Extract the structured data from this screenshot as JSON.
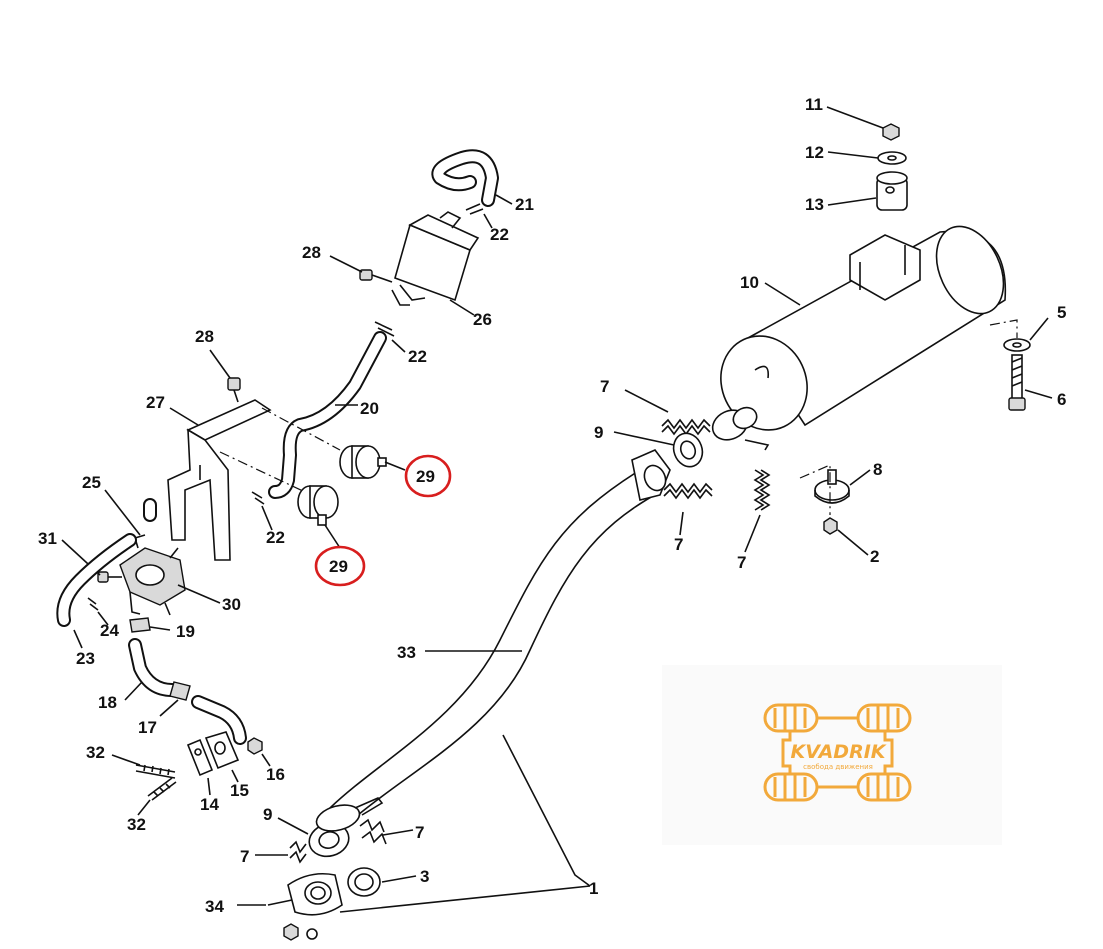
{
  "diagram": {
    "labels": [
      {
        "id": "l11",
        "text": "11"
      },
      {
        "id": "l12",
        "text": "12"
      },
      {
        "id": "l13",
        "text": "13"
      },
      {
        "id": "l10",
        "text": "10"
      },
      {
        "id": "l5",
        "text": "5"
      },
      {
        "id": "l6",
        "text": "6"
      },
      {
        "id": "l8",
        "text": "8"
      },
      {
        "id": "l2",
        "text": "2"
      },
      {
        "id": "l7a",
        "text": "7"
      },
      {
        "id": "l9a",
        "text": "9"
      },
      {
        "id": "l7b",
        "text": "7"
      },
      {
        "id": "l7c",
        "text": "7"
      },
      {
        "id": "l21",
        "text": "21"
      },
      {
        "id": "l22a",
        "text": "22"
      },
      {
        "id": "l28a",
        "text": "28"
      },
      {
        "id": "l26",
        "text": "26"
      },
      {
        "id": "l22b",
        "text": "22"
      },
      {
        "id": "l28b",
        "text": "28"
      },
      {
        "id": "l27",
        "text": "27"
      },
      {
        "id": "l20",
        "text": "20"
      },
      {
        "id": "l29a",
        "text": "29"
      },
      {
        "id": "l22c",
        "text": "22"
      },
      {
        "id": "l29b",
        "text": "29"
      },
      {
        "id": "l25",
        "text": "25"
      },
      {
        "id": "l31",
        "text": "31"
      },
      {
        "id": "l30",
        "text": "30"
      },
      {
        "id": "l24",
        "text": "24"
      },
      {
        "id": "l19",
        "text": "19"
      },
      {
        "id": "l23",
        "text": "23"
      },
      {
        "id": "l18",
        "text": "18"
      },
      {
        "id": "l17",
        "text": "17"
      },
      {
        "id": "l33",
        "text": "33"
      },
      {
        "id": "l32a",
        "text": "32"
      },
      {
        "id": "l16",
        "text": "16"
      },
      {
        "id": "l14",
        "text": "14"
      },
      {
        "id": "l15",
        "text": "15"
      },
      {
        "id": "l32b",
        "text": "32"
      },
      {
        "id": "l9b",
        "text": "9"
      },
      {
        "id": "l7d",
        "text": "7"
      },
      {
        "id": "l7e",
        "text": "7"
      },
      {
        "id": "l3",
        "text": "3"
      },
      {
        "id": "l34",
        "text": "34"
      },
      {
        "id": "l1",
        "text": "1"
      }
    ],
    "highlight_color": "#d81e1e"
  },
  "watermark": {
    "brand": "KVADRIK",
    "tagline": "свобода движения",
    "color": "#f2a93b"
  }
}
